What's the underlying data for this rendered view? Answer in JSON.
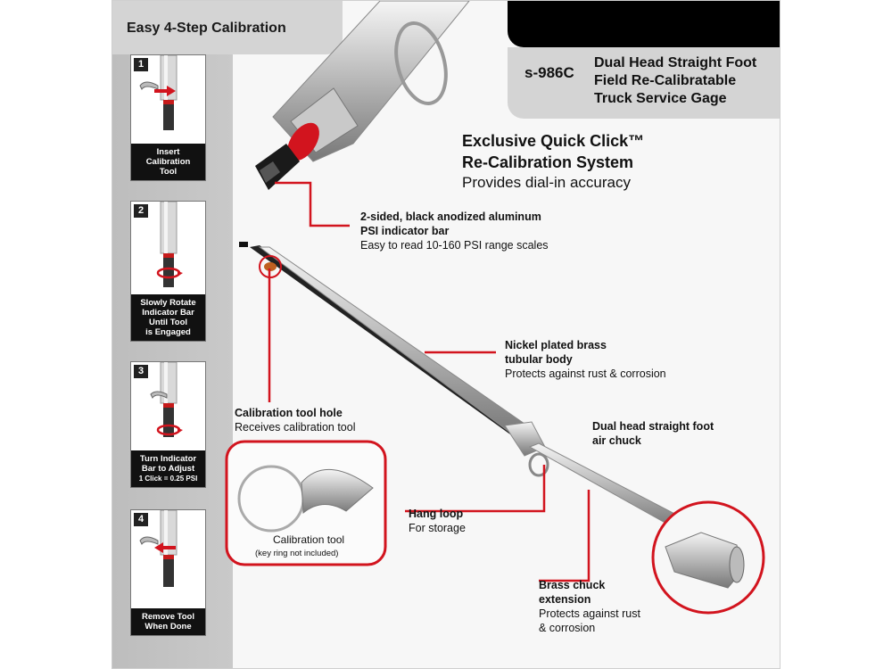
{
  "steps_title": "Easy 4-Step Calibration",
  "steps": [
    {
      "number": "1",
      "caption_lines": [
        "Insert",
        "Calibration",
        "Tool"
      ],
      "note": ""
    },
    {
      "number": "2",
      "caption_lines": [
        "Slowly Rotate",
        "Indicator Bar",
        "Until Tool",
        "is Engaged"
      ],
      "note": ""
    },
    {
      "number": "3",
      "caption_lines": [
        "Turn Indicator",
        "Bar to Adjust"
      ],
      "note": "1 Click = 0.25 PSI"
    },
    {
      "number": "4",
      "caption_lines": [
        "Remove Tool",
        "When Done"
      ],
      "note": ""
    }
  ],
  "model": "s-986C",
  "product_title": [
    "Dual Head Straight Foot",
    "Field Re-Calibratable",
    "Truck Service Gage"
  ],
  "system_heading": [
    "Exclusive Quick Click™",
    "Re-Calibration System"
  ],
  "system_subheading": "Provides dial-in accuracy",
  "callouts": {
    "indicator": {
      "bold": [
        "2-sided, black anodized aluminum",
        "PSI indicator bar"
      ],
      "plain": [
        "Easy to read 10-160 PSI range scales"
      ]
    },
    "body": {
      "bold": [
        "Nickel plated brass",
        "tubular body"
      ],
      "plain": [
        "Protects against rust & corrosion"
      ]
    },
    "cal_hole": {
      "bold": [
        "Calibration tool hole"
      ],
      "plain": [
        "Receives calibration tool"
      ]
    },
    "chuck": {
      "bold": [
        "Dual head straight foot",
        "air chuck"
      ],
      "plain": []
    },
    "hang": {
      "bold": [
        "Hang loop"
      ],
      "plain": [
        "For storage"
      ]
    },
    "extension": {
      "bold": [
        "Brass chuck",
        "extension"
      ],
      "plain": [
        "Protects against rust",
        "& corrosion"
      ]
    }
  },
  "cal_tool_label": "Calibration tool",
  "cal_tool_note": "(key ring not included)",
  "colors": {
    "accent": "#d2141e",
    "sidebar": "#c4c4c4",
    "banner": "#000000"
  }
}
